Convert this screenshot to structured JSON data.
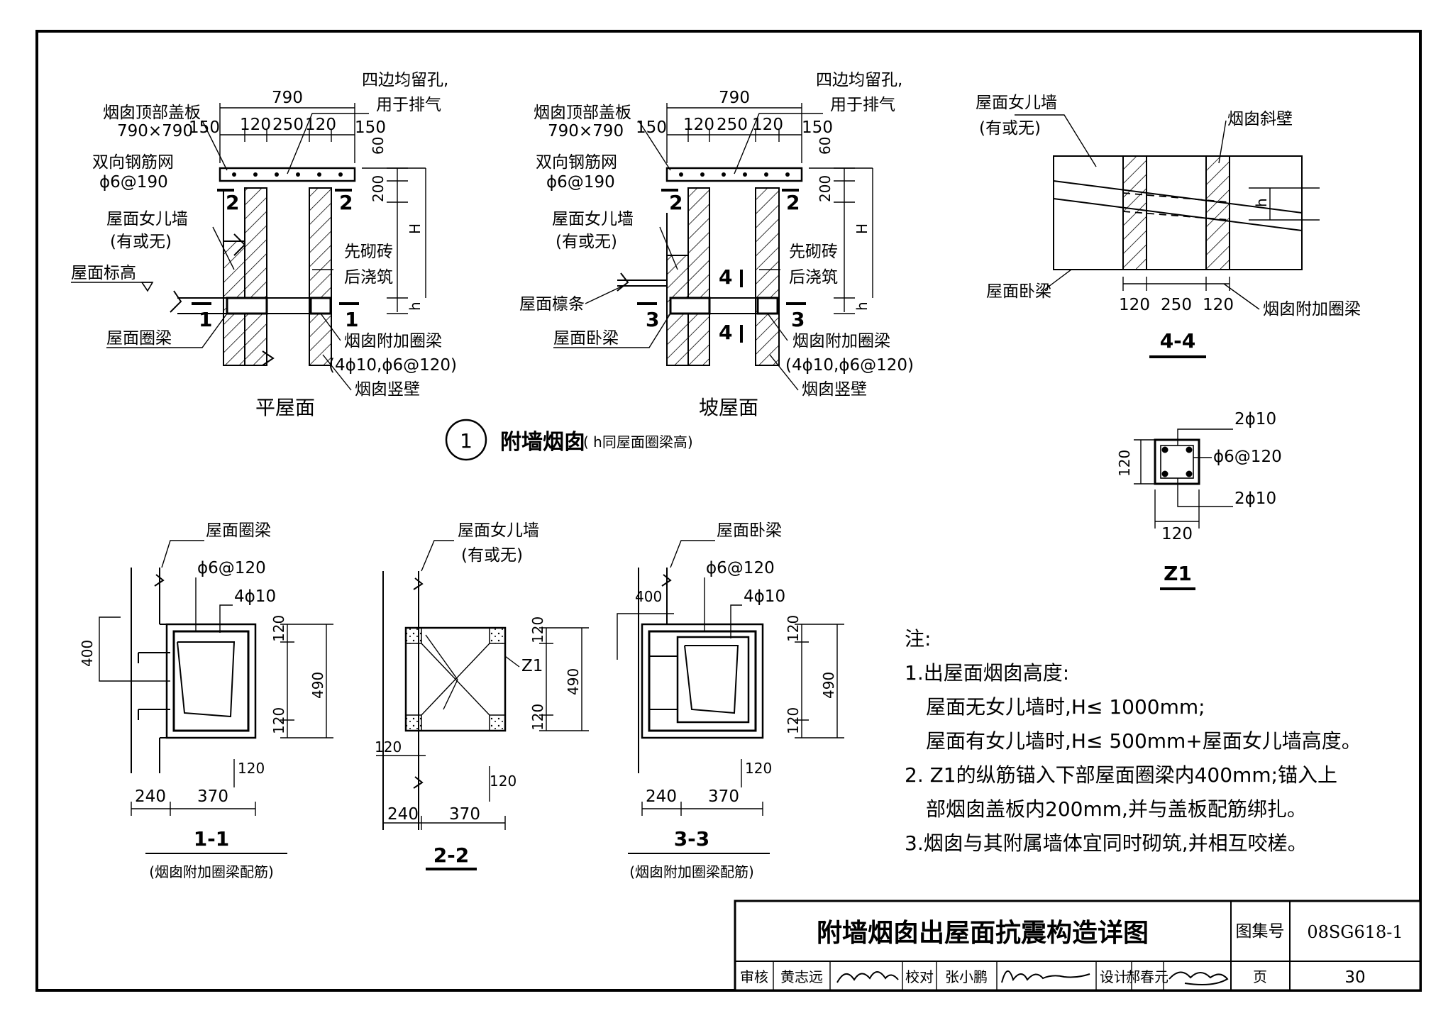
{
  "detail1": {
    "flat": {
      "top_dim": "790",
      "sub_dims": [
        "150",
        "120",
        "250",
        "120",
        "150"
      ],
      "dim_60": "60",
      "dim_200": "200",
      "dim_H": "H",
      "dim_h": "h",
      "cover_label": "烟囱顶部盖板",
      "cover_size": "790×790",
      "holes_label_1": "四边均留孔,",
      "holes_label_2": "用于排气",
      "mesh_label": "双向钢筋网",
      "mesh_spec": "ϕ6@190",
      "parapet_label": "屋面女儿墙",
      "parapet_note": "(有或无)",
      "roof_elev": "屋面标高",
      "ring_beam": "屋面圈梁",
      "brick_1": "先砌砖",
      "brick_2": "后浇筑",
      "add_beam": "烟囱附加圈梁",
      "add_beam_spec": "(4ϕ10,ϕ6@120)",
      "vert_wall": "烟囱竖壁",
      "sec_mark_top_l": "2",
      "sec_mark_top_r": "2",
      "sec_mark_bot_l": "1",
      "sec_mark_bot_r": "1",
      "caption": "平屋面"
    },
    "slope": {
      "top_dim": "790",
      "sub_dims": [
        "150",
        "120",
        "250",
        "120",
        "150"
      ],
      "dim_60": "60",
      "dim_200": "200",
      "dim_H": "H",
      "dim_h": "h",
      "cover_label": "烟囱顶部盖板",
      "cover_size": "790×790",
      "holes_label_1": "四边均留孔,",
      "holes_label_2": "用于排气",
      "mesh_label": "双向钢筋网",
      "mesh_spec": "ϕ6@190",
      "parapet_label": "屋面女儿墙",
      "parapet_note": "(有或无)",
      "purlin": "屋面檩条",
      "lying_beam": "屋面卧梁",
      "brick_1": "先砌砖",
      "brick_2": "后浇筑",
      "add_beam": "烟囱附加圈梁",
      "add_beam_spec": "(4ϕ10,ϕ6@120)",
      "vert_wall": "烟囱竖壁",
      "sec_mark_top_l": "2",
      "sec_mark_top_r": "2",
      "sec_mark_bot_l": "3",
      "sec_mark_bot_r": "3",
      "cut_4_upper": "4",
      "cut_4_lower": "4",
      "caption": "坡屋面"
    },
    "number": "1",
    "title": "附墙烟囱",
    "subtitle": "( h同屋面圈梁高)"
  },
  "section44": {
    "parapet_label": "屋面女儿墙",
    "parapet_note": "(有或无)",
    "slant_wall": "烟囱斜壁",
    "lying_beam": "屋面卧梁",
    "add_beam": "烟囱附加圈梁",
    "dims": [
      "120",
      "250",
      "120"
    ],
    "dim_h": "h",
    "caption": "4-4"
  },
  "z1": {
    "bar_top": "2ϕ10",
    "stirrup": "ϕ6@120",
    "bar_bot": "2ϕ10",
    "dim_h": "120",
    "dim_w": "120",
    "caption": "Z1"
  },
  "section11": {
    "ring_beam": "屋面圈梁",
    "stirrup": "ϕ6@120",
    "bars": "4ϕ10",
    "dim_400": "400",
    "dim_120_top": "120",
    "dim_490": "490",
    "dim_120_bot": "120",
    "dim_120_small": "120",
    "dim_240": "240",
    "dim_370": "370",
    "caption": "1-1",
    "subcaption": "(烟囱附加圈梁配筋)"
  },
  "section22": {
    "parapet_label": "屋面女儿墙",
    "parapet_note": "(有或无)",
    "z1_label": "Z1",
    "dim_120_top": "120",
    "dim_490": "490",
    "dim_120_bot": "120",
    "dim_120_left": "120",
    "dim_120_small": "120",
    "dim_240": "240",
    "dim_370": "370",
    "caption": "2-2"
  },
  "section33": {
    "lying_beam": "屋面卧梁",
    "stirrup": "ϕ6@120",
    "bars": "4ϕ10",
    "dim_400": "400",
    "dim_120_top": "120",
    "dim_490": "490",
    "dim_120_bot": "120",
    "dim_120_small": "120",
    "dim_240": "240",
    "dim_370": "370",
    "caption": "3-3",
    "subcaption": "(烟囱附加圈梁配筋)"
  },
  "notes": {
    "heading": "注:",
    "line1": "1.出屋面烟囱高度:",
    "line2": "屋面无女儿墙时,H≤ 1000mm;",
    "line3": "屋面有女儿墙时,H≤ 500mm+屋面女儿墙高度。",
    "line4": "2.  Z1的纵筋锚入下部屋面圈梁内400mm;锚入上",
    "line5": "部烟囱盖板内200mm,并与盖板配筋绑扎。",
    "line6": "3.烟囱与其附属墙体宜同时砌筑,并相互咬槎。"
  },
  "title_block": {
    "title": "附墙烟囱出屋面抗震构造详图",
    "atlas_label": "图集号",
    "atlas_no": "08SG618-1",
    "review_label": "审核",
    "reviewer": "黄志远",
    "check_label": "校对",
    "checker": "张小鹏",
    "design_label": "设计",
    "designer": "郝春元",
    "page_label": "页",
    "page_no": "30"
  }
}
